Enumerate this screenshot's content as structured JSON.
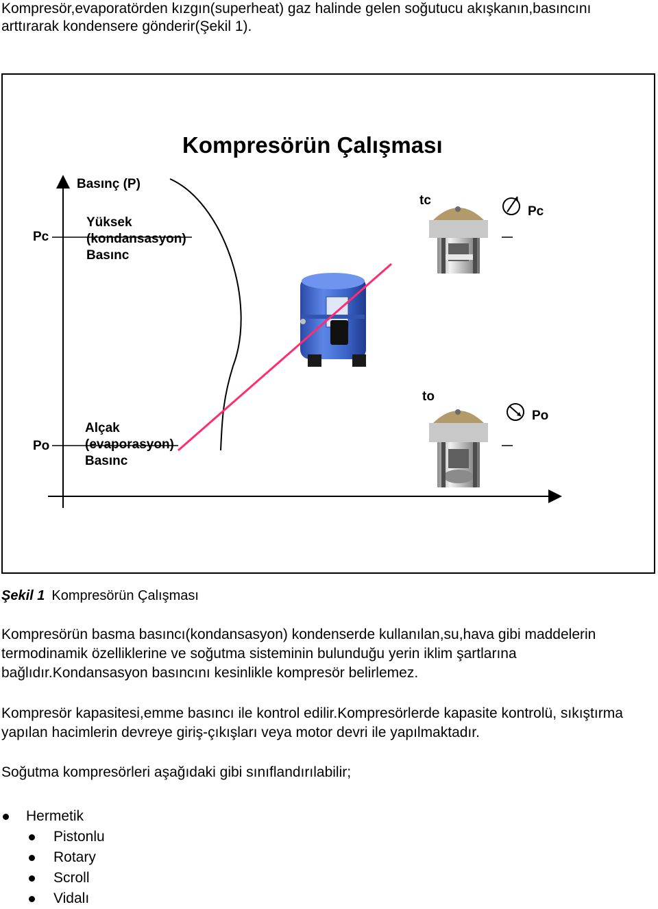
{
  "intro": "Kompresör,evaporatörden kızgın(superheat) gaz halinde gelen soğutucu akışkanın,basıncını arttırarak kondensere gönderir(Şekil 1).",
  "figure": {
    "title": "Kompresörün Çalışması",
    "y_axis_label": "Basınç (P)",
    "pc_left": "Pc",
    "high_label": [
      "Yüksek",
      "(kondansasyon)",
      "Basınc"
    ],
    "po_left": "Po",
    "low_label": [
      "Alçak",
      "(evaporasyon)",
      "Basınc"
    ],
    "tc": "tc",
    "pc_right": "Pc",
    "to": "to",
    "po_right": "Po",
    "colors": {
      "line": "#ff2d6f",
      "compressor": "#3b64c9",
      "axis": "#000000"
    },
    "icons": [
      "compressor-photo",
      "cylinder-cutaway-icon",
      "pressure-gauge-icon"
    ]
  },
  "caption": {
    "number": "Şekil 1",
    "text": "Kompresörün Çalışması"
  },
  "paragraphs": [
    "Kompresörün basma basıncı(kondansasyon) kondenserde kullanılan,su,hava gibi maddelerin termodinamik özelliklerine ve soğutma sisteminin bulunduğu yerin iklim şartlarına bağlıdır.Kondansasyon basıncını kesinlikle kompresör belirlemez.",
    "Kompresör kapasitesi,emme basıncı ile kontrol edilir.Kompresörlerde kapasite kontrolü, sıkıştırma yapılan hacimlerin  devreye giriş-çıkışları veya motor devri ile yapılmaktadır.",
    "Soğutma kompresörleri aşağıdaki gibi sınıflandırılabilir;"
  ],
  "list": {
    "top": "Hermetik",
    "sub": [
      "Pistonlu",
      "Rotary",
      "Scroll",
      "Vidalı"
    ]
  }
}
